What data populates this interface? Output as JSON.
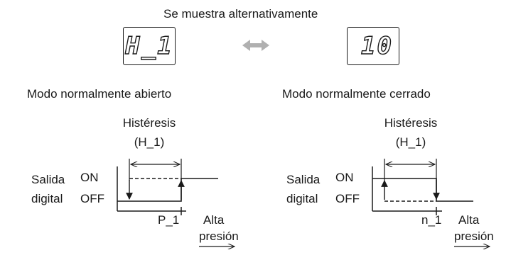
{
  "header": {
    "caption": "Se muestra alternativamente"
  },
  "display": {
    "left_value": "H_1",
    "right_value": "10",
    "arrow_color": "#b0b0b0"
  },
  "normally_open": {
    "title": "Modo normalmente abierto",
    "hysteresis_label": "Histéresis",
    "hysteresis_param": "(H_1)",
    "output_label_line1": "Salida",
    "output_label_line2": "digital",
    "on_label": "ON",
    "off_label": "OFF",
    "setpoint_label": "P_1",
    "pressure_label_line1": "Alta",
    "pressure_label_line2": "presión"
  },
  "normally_closed": {
    "title": "Modo normalmente cerrado",
    "hysteresis_label": "Histéresis",
    "hysteresis_param": "(H_1)",
    "output_label_line1": "Salida",
    "output_label_line2": "digital",
    "on_label": "ON",
    "off_label": "OFF",
    "setpoint_label": "n_1",
    "pressure_label_line1": "Alta",
    "pressure_label_line2": "presión"
  }
}
